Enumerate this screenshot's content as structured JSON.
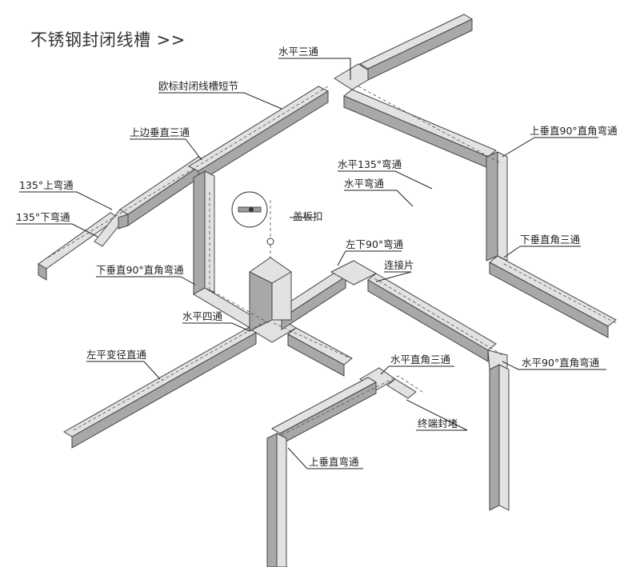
{
  "title": "不锈钢封闭线槽 >>",
  "labels": {
    "shuiping_santong": "水平三通",
    "oubiao_duanjie": "欧标封闭线槽短节",
    "shangbian_chuizhi_santong": "上边垂直三通",
    "shang_wantong_135": "135°上弯通",
    "xia_wantong_135": "135°下弯通",
    "shangchuizhi_90_wantong": "上垂直90°直角弯通",
    "shuiping_135_wantong": "水平135°弯通",
    "shuiping_wantong": "水平弯通",
    "gaibankou": "盖板扣",
    "xiachuizhi_santong": "下垂直角三通",
    "zuoxia_90_wantong": "左下90°弯通",
    "lianjiepian": "连接片",
    "xiachuizhi_90_wantong": "下垂直90°直角弯通",
    "shuiping_sitong": "水平四通",
    "shuiping_90_wantong": "水平90°直角弯通",
    "zuoping_bianjing_zhitong": "左平变径直通",
    "shuiping_zhijiao_santong": "水平直角三通",
    "zhongduan_fengdu": "终端封堵",
    "shangchuizhi_wantong": "上垂直弯通"
  }
}
